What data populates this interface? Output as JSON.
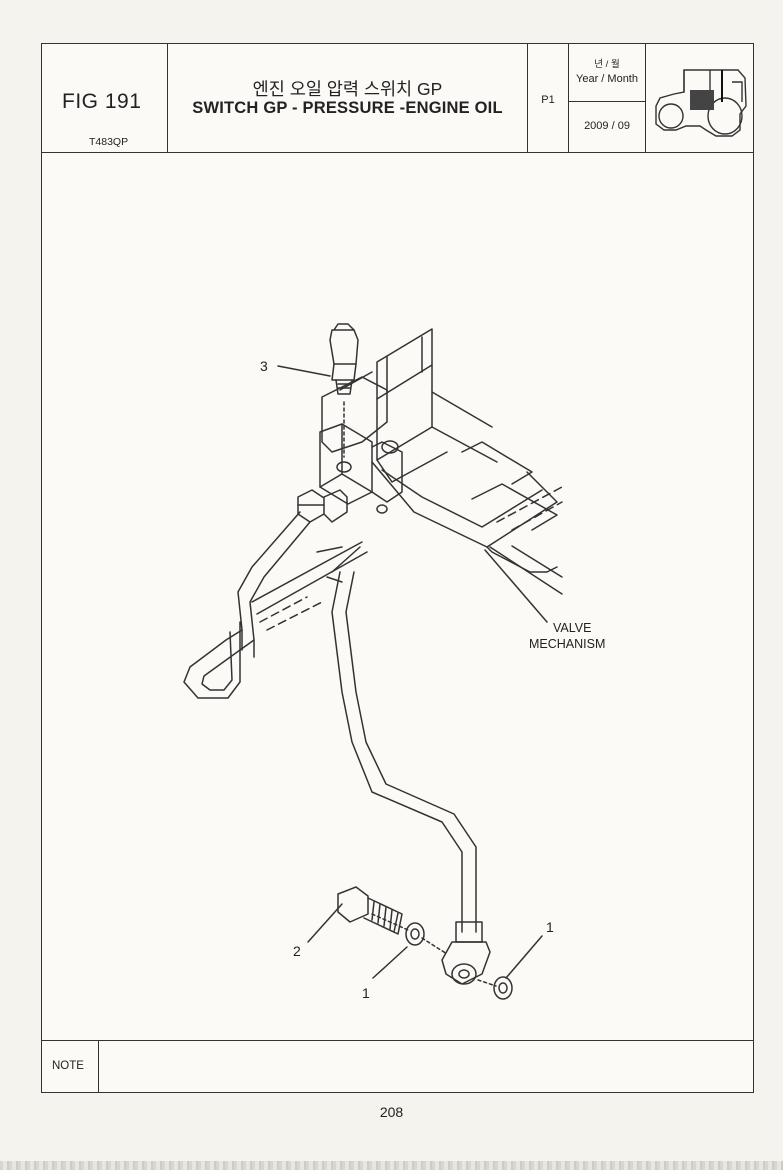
{
  "header": {
    "fig_label": "FIG 191",
    "code": "T483QP",
    "title_ko": "엔진 오일 압력 스위치 GP",
    "title_en": "SWITCH GP - PRESSURE -ENGINE OIL",
    "page_ref": "P1",
    "year_month_ko": "년 / 월",
    "year_month_en": "Year / Month",
    "date": "2009  / 09",
    "tractor_icon": "tractor-icon"
  },
  "diagram": {
    "callout_3": "3",
    "callout_2": "2",
    "callout_1_left": "1",
    "callout_1_right": "1",
    "valve_label_line1": "VALVE",
    "valve_label_line2": "MECHANISM"
  },
  "footer": {
    "note_label": "NOTE",
    "page_number": "208"
  }
}
